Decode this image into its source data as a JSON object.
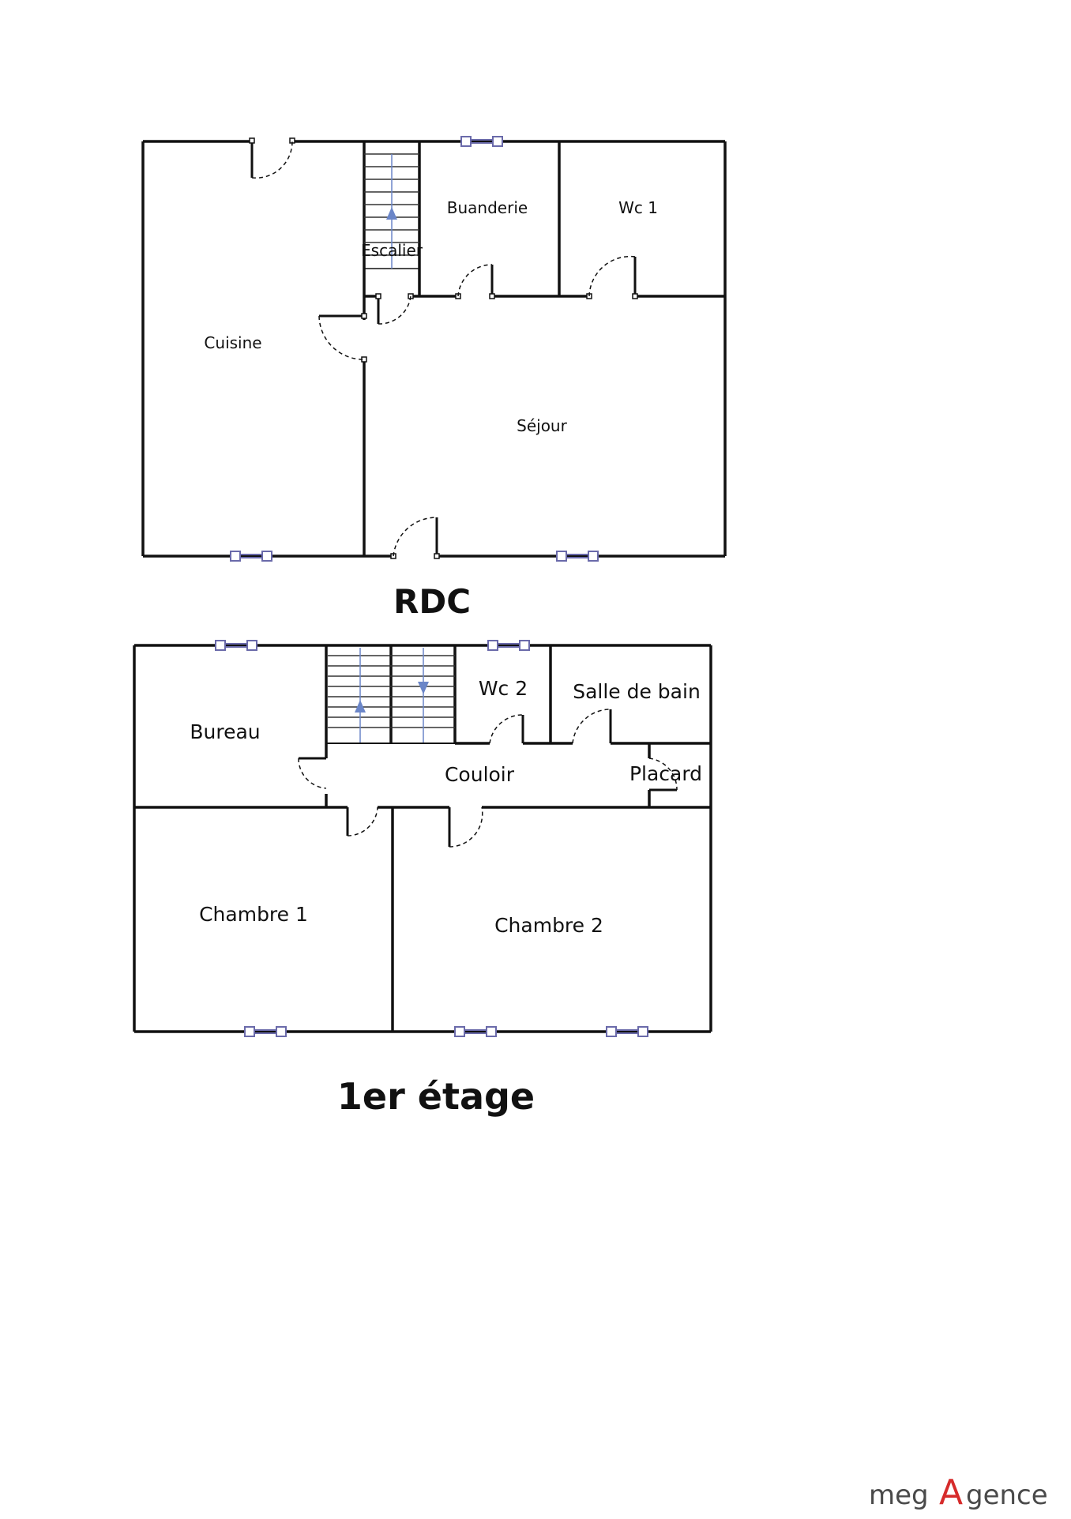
{
  "colors": {
    "wall": "#111111",
    "window": "#6a6aaa",
    "stair_arrow": "#6b86c8",
    "logo_text": "#4a4a4a",
    "logo_accent": "#d62b2b"
  },
  "rdc": {
    "title": "RDC",
    "rooms": {
      "cuisine": "Cuisine",
      "escalier": "Escalier",
      "buanderie": "Buanderie",
      "wc1": "Wc 1",
      "sejour": "Séjour"
    }
  },
  "etage": {
    "title": "1er étage",
    "rooms": {
      "bureau": "Bureau",
      "wc2": "Wc 2",
      "salle_de_bain": "Salle de bain",
      "couloir": "Couloir",
      "placard": "Placard",
      "chambre1": "Chambre 1",
      "chambre2": "Chambre 2"
    }
  },
  "logo": {
    "text_before": "meg",
    "accent_letter": "A",
    "text_after": "gence"
  }
}
